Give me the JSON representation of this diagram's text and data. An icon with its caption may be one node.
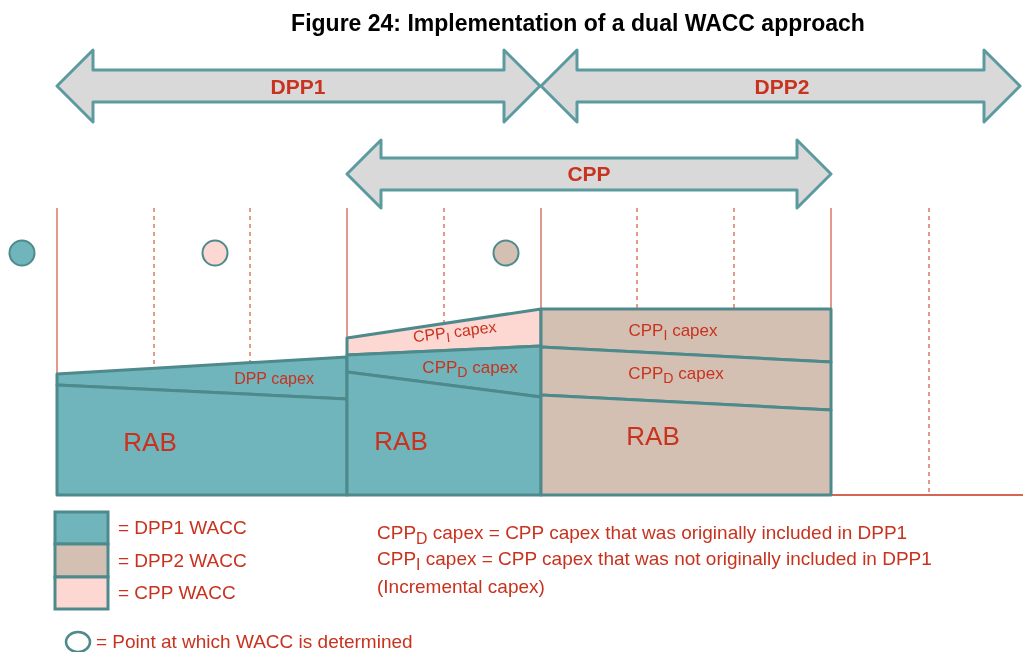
{
  "diagram": {
    "title": "Figure 24: Implementation of a dual WACC approach",
    "nodes": [
      {
        "text": [
          "DPP1"
        ]
      },
      {
        "text": [
          "DPP2"
        ]
      },
      {
        "text": [
          "CPP"
        ]
      },
      {
        "text": [],
        "shape": "circle"
      },
      {
        "text": [],
        "shape": "circle"
      },
      {
        "text": [],
        "shape": "circle"
      },
      {
        "text": [
          "CPP$_{I}$ capex"
        ]
      },
      {
        "text": [
          "CPP$_{I}$ capex"
        ]
      },
      {
        "text": [
          "DPP capex"
        ]
      },
      {
        "text": [
          "CPP$_{D}$ capex"
        ]
      },
      {
        "text": [
          "CPP$_{D}$ capex"
        ]
      },
      {
        "text": [
          "RAB"
        ]
      },
      {
        "text": [
          "RAB"
        ]
      },
      {
        "text": [
          "RAB"
        ]
      }
    ],
    "edges": [],
    "labels": [
      "CPP$_{D}$ capex = CPP capex that was originally included in DPP1",
      "CPP$_{I}$ capex = CPP capex that was not originally included in DPP1",
      "(Incremental capex)"
    ],
    "legend": [
      {
        "text": "= DPP1 WACC",
        "color": "#6fb5bb"
      },
      {
        "text": "= DPP2 WACC",
        "color": "#d3c0b2"
      },
      {
        "text": "= CPP WACC",
        "color": "#fdd8d3"
      },
      {
        "text": "= Point at which WACC is determined"
      }
    ]
  }
}
